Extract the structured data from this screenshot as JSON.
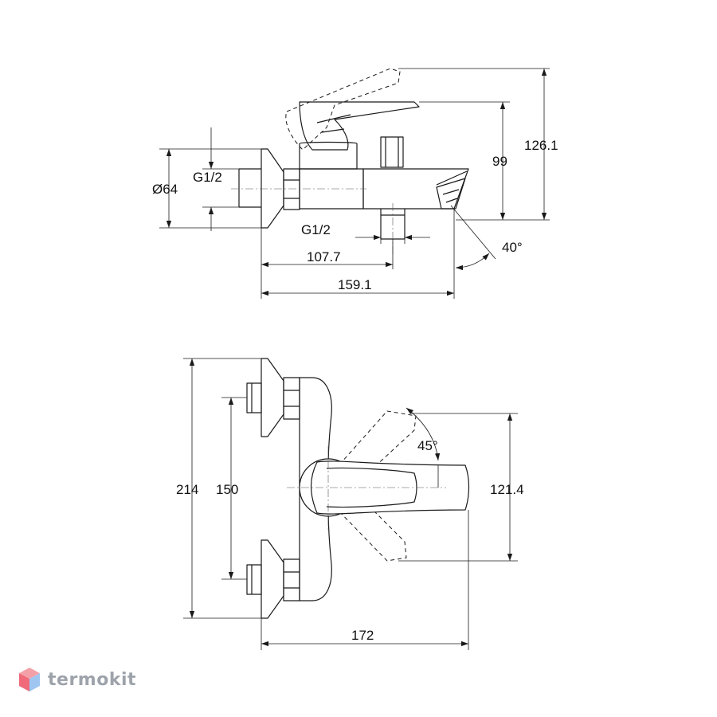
{
  "dimensions": {
    "diameter_flange": "Ø64",
    "thread_inlet": "G1/2",
    "thread_outlet": "G1/2",
    "spout_outlet_dist": "107.7",
    "overall_depth": "159.1",
    "spout_angle": "40°",
    "height_spout": "99",
    "height_total": "126.1",
    "overall_width": "214",
    "inlet_centers": "150",
    "lever_angle": "45°",
    "lever_width": "121.4",
    "top_depth": "172"
  },
  "watermark": {
    "text": "termokit"
  },
  "colors": {
    "line": "#1a1a1a",
    "watermark": "#9ea3ab"
  }
}
